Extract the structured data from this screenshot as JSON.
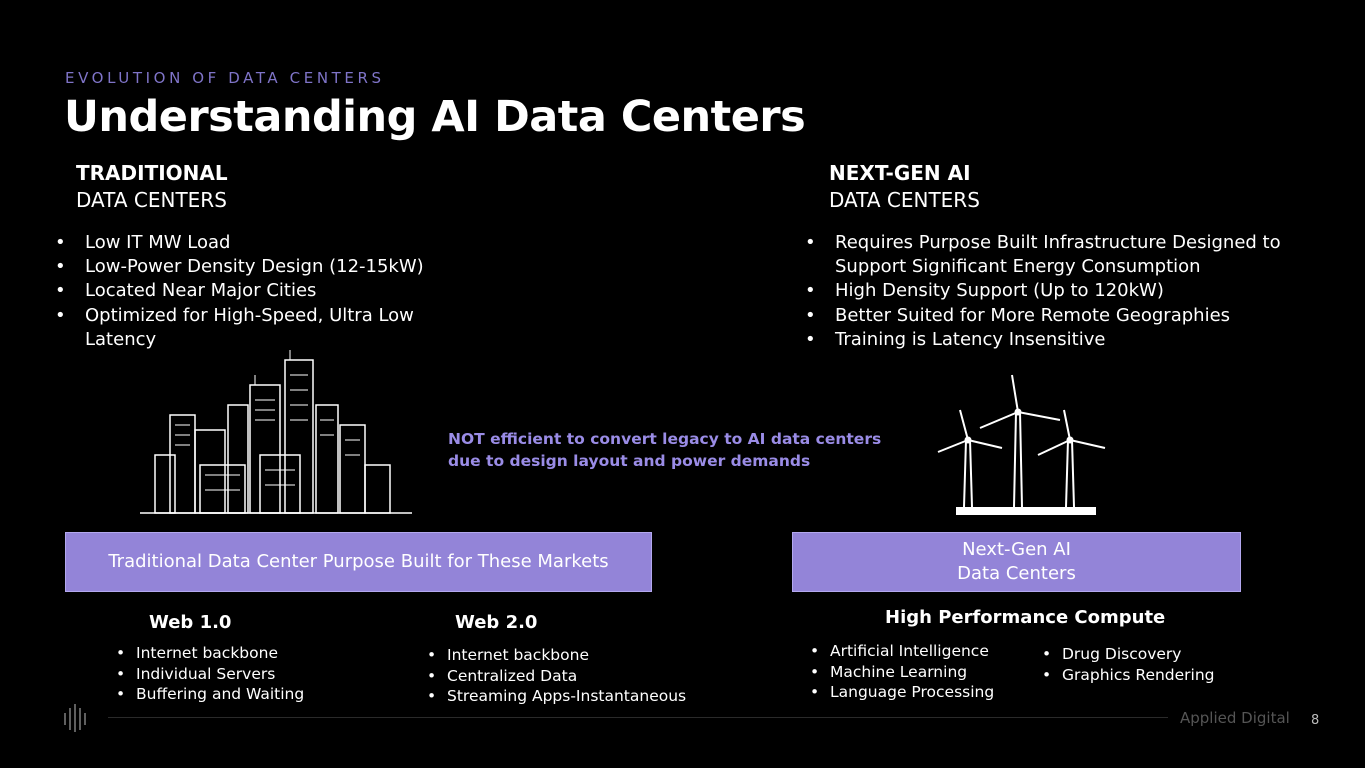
{
  "header": {
    "kicker": "EVOLUTION OF DATA CENTERS",
    "title": "Understanding AI Data Centers"
  },
  "traditional": {
    "heading_bold": "TRADITIONAL",
    "heading_sub": "DATA CENTERS",
    "bullets": [
      "Low IT MW Load",
      "Low-Power Density Design (12-15kW)",
      "Located Near Major Cities",
      "Optimized for High-Speed, Ultra Low Latency"
    ],
    "box_label": "Traditional Data Center Purpose Built for These Markets",
    "web1": {
      "title": "Web 1.0",
      "items": [
        "Internet backbone",
        "Individual Servers",
        "Buffering and Waiting"
      ]
    },
    "web2": {
      "title": "Web 2.0",
      "items": [
        "Internet backbone",
        "Centralized Data",
        "Streaming Apps-Instantaneous"
      ]
    }
  },
  "nextgen": {
    "heading_bold": "NEXT-GEN AI",
    "heading_sub": "DATA CENTERS",
    "bullets": [
      "Requires Purpose Built Infrastructure Designed to Support Significant Energy Consumption",
      "High Density Support (Up to 120kW)",
      "Better Suited for More Remote Geographies",
      "Training is Latency Insensitive"
    ],
    "box_line1": "Next-Gen AI",
    "box_line2": "Data Centers",
    "hpc": {
      "title": "High Performance Compute",
      "col1": [
        "Artificial Intelligence",
        "Machine Learning",
        "Language Processing"
      ],
      "col2": [
        "Drug Discovery",
        "Graphics Rendering"
      ]
    }
  },
  "note": {
    "line1": "NOT efficient to convert legacy to AI data centers",
    "line2": "due to design layout and power demands"
  },
  "footer": {
    "brand": "Applied Digital",
    "page": "8"
  },
  "colors": {
    "accent": "#9384d8",
    "kicker": "#7f74c8",
    "note": "#9a8ce6"
  }
}
